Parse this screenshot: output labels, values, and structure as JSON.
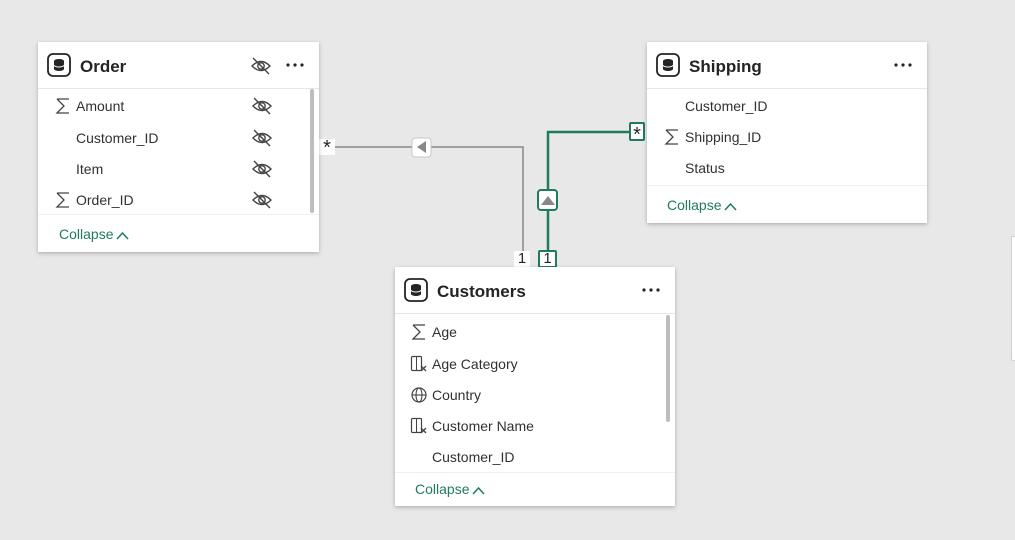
{
  "tables": {
    "order": {
      "title": "Order",
      "fields": [
        {
          "label": "Amount",
          "icon": "sigma-icon"
        },
        {
          "label": "Customer_ID",
          "icon": ""
        },
        {
          "label": "Item",
          "icon": ""
        },
        {
          "label": "Order_ID",
          "icon": "sigma-icon"
        }
      ],
      "collapse_label": "Collapse"
    },
    "shipping": {
      "title": "Shipping",
      "fields": [
        {
          "label": "Customer_ID",
          "icon": ""
        },
        {
          "label": "Shipping_ID",
          "icon": "sigma-icon"
        },
        {
          "label": "Status",
          "icon": ""
        }
      ],
      "collapse_label": "Collapse"
    },
    "customers": {
      "title": "Customers",
      "fields": [
        {
          "label": "Age",
          "icon": "sigma-icon"
        },
        {
          "label": "Age Category",
          "icon": "calculated-column-icon"
        },
        {
          "label": "Country",
          "icon": "globe-icon"
        },
        {
          "label": "Customer Name",
          "icon": "calculated-column-icon"
        },
        {
          "label": "Customer_ID",
          "icon": ""
        }
      ],
      "collapse_label": "Collapse"
    }
  },
  "relationships": {
    "order_many": "*",
    "order_one": "1",
    "shipping_many": "*",
    "shipping_one": "1"
  },
  "colors": {
    "canvas": "#e8e8e8",
    "active_relationship": "#217a5e",
    "inactive_relationship": "#8a8886"
  }
}
